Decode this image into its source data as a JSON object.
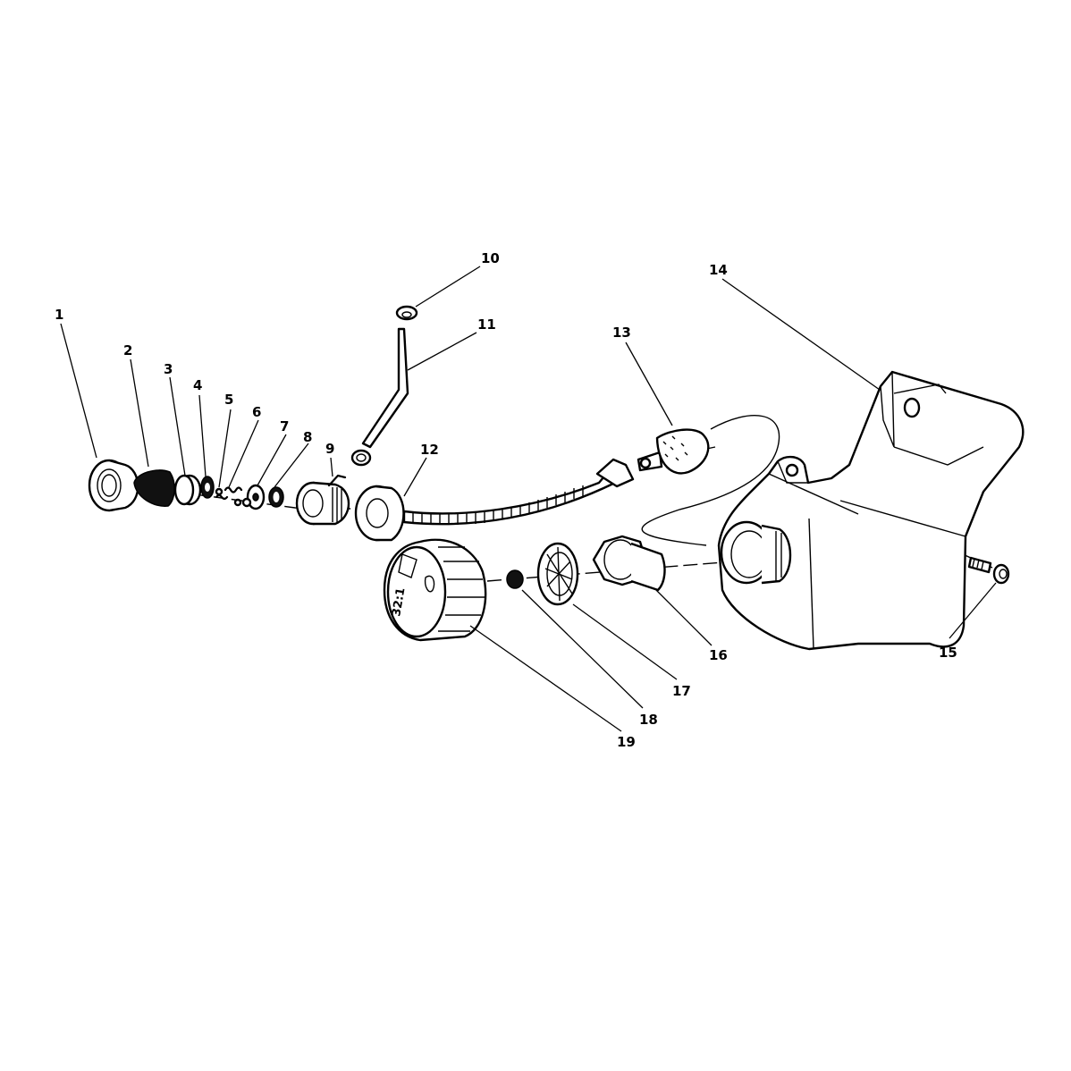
{
  "diagram": {
    "callouts": [
      "1",
      "2",
      "3",
      "4",
      "5",
      "6",
      "7",
      "8",
      "9",
      "10",
      "11",
      "12",
      "13",
      "14",
      "15",
      "16",
      "17",
      "18",
      "19"
    ],
    "cap_marking": "32:1"
  }
}
